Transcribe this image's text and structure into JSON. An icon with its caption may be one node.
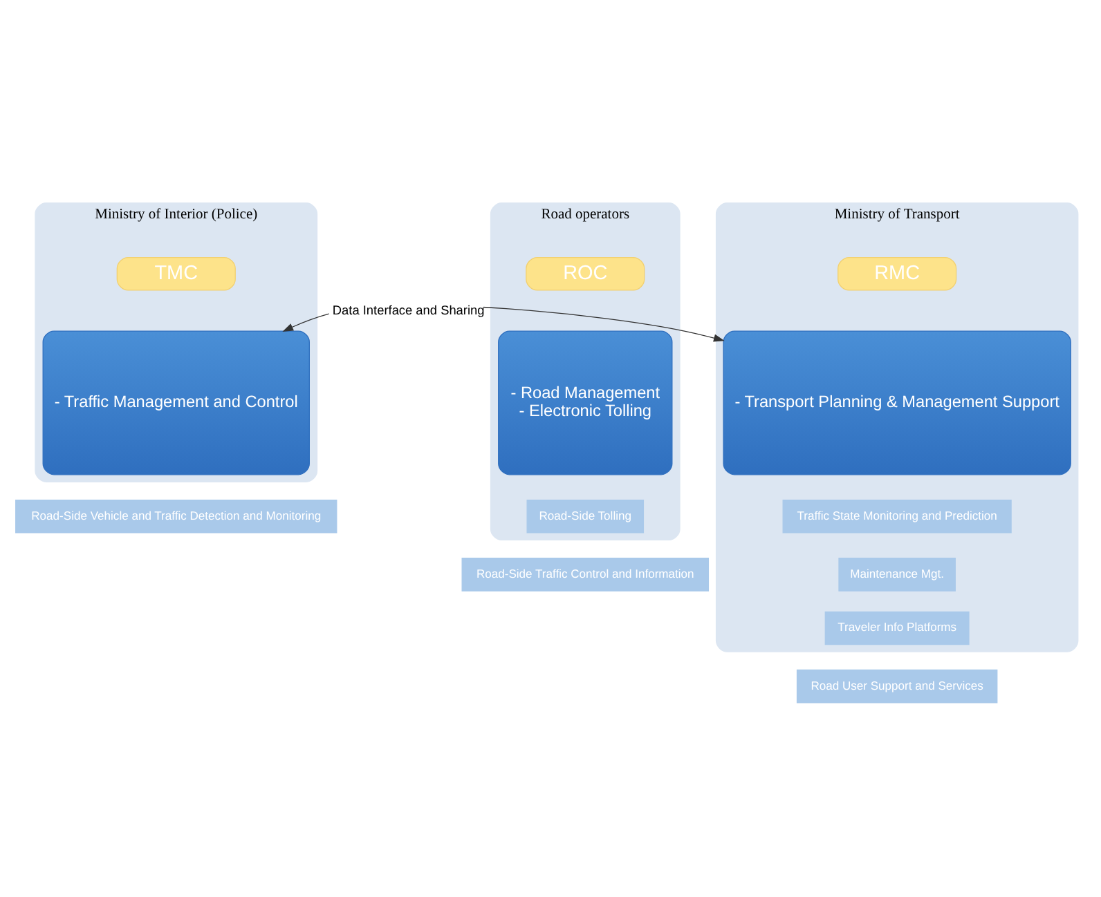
{
  "diagram": {
    "nodes": [
      {
        "text": [
          "Ministry of Interior (Police)"
        ]
      },
      {
        "text": [
          "TMC"
        ],
        "in": 0
      },
      {
        "text": [
          "- Traffic Management and Control"
        ],
        "in": 0
      },
      {
        "text": [
          "Road operators"
        ]
      },
      {
        "text": [
          "ROC"
        ],
        "in": 3
      },
      {
        "text": [
          "- Road Management",
          "- Electronic Tolling"
        ],
        "in": 3
      },
      {
        "text": [
          "Ministry of Transport"
        ]
      },
      {
        "text": [
          "RMC"
        ],
        "in": 6
      },
      {
        "text": [
          "- Transport Planning & Management Support"
        ],
        "in": 6
      },
      {
        "text": [
          "Road-Side Vehicle and Traffic Detection and Monitoring"
        ]
      },
      {
        "text": [
          "Traffic State Monitoring and Prediction"
        ],
        "in": 6
      },
      {
        "text": [
          "Road-Side Tolling"
        ],
        "in": 3
      },
      {
        "text": [
          "Maintenance Mgt."
        ],
        "in": 6
      },
      {
        "text": [
          "Road-Side Traffic Control and Information"
        ]
      },
      {
        "text": [
          "Traveler Info Platforms"
        ],
        "in": 6
      },
      {
        "text": [
          "Road User Support and Services"
        ]
      }
    ],
    "edges": [
      {
        "from": 2,
        "to": 8,
        "arrow": "both",
        "label": "Data Interface and Sharing"
      }
    ]
  }
}
